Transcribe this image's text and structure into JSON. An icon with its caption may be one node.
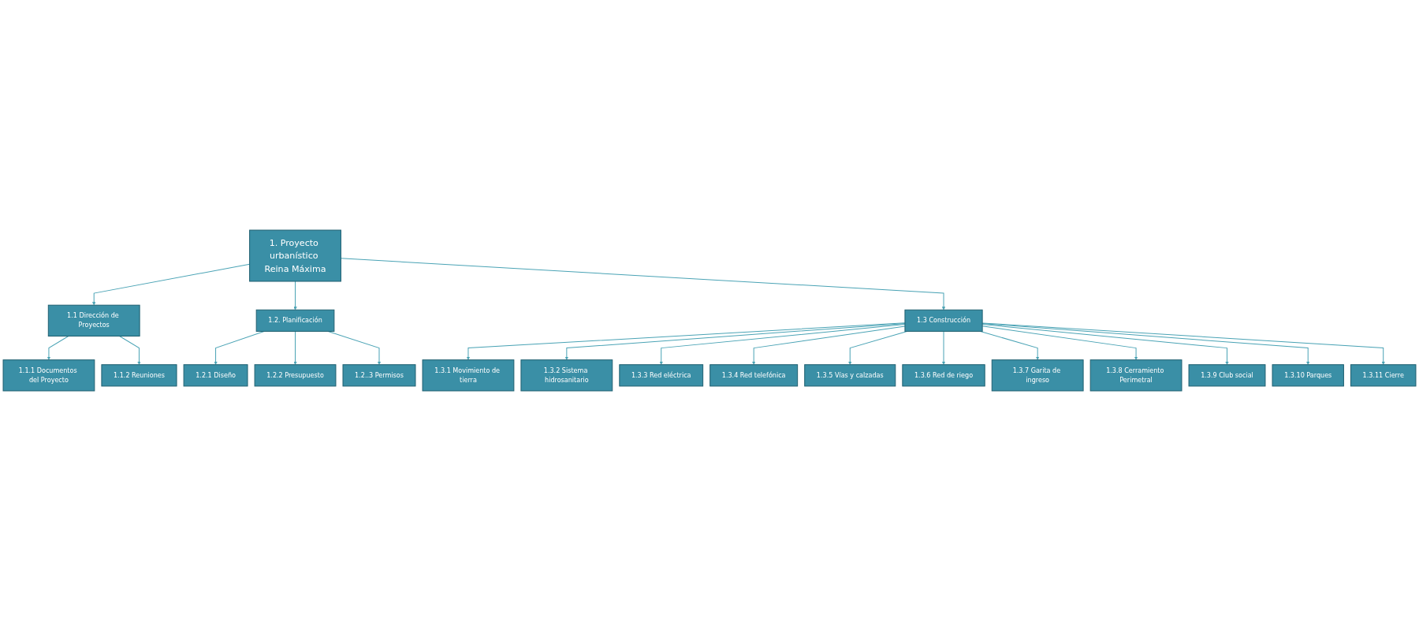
{
  "diagram": {
    "nodes": [
      {
        "text": [
          "1. Proyecto urbanístico Reina Máxima"
        ]
      },
      {
        "text": [
          "1.1 Dirección de Proyectos"
        ]
      },
      {
        "text": [
          "1.2. Planificación"
        ]
      },
      {
        "text": [
          "1.3 Construcción"
        ]
      },
      {
        "text": [
          "1.1.1 Documentos del Proyecto"
        ]
      },
      {
        "text": [
          "1.1.2 Reuniones"
        ]
      },
      {
        "text": [
          "1.2.1 Diseño"
        ]
      },
      {
        "text": [
          "1.2.2 Presupuesto"
        ]
      },
      {
        "text": [
          "1.2..3 Permisos"
        ]
      },
      {
        "text": [
          "1.3.1 Movimiento de tierra"
        ]
      },
      {
        "text": [
          "1.3.2 Sistema hidrosanitario"
        ]
      },
      {
        "text": [
          "1.3.3 Red eléctrica"
        ]
      },
      {
        "text": [
          "1.3.4 Red telefónica"
        ]
      },
      {
        "text": [
          "1.3.5 Vías y calzadas"
        ]
      },
      {
        "text": [
          "1.3.6 Red de riego"
        ]
      },
      {
        "text": [
          "1.3.7 Garita de ingreso"
        ]
      },
      {
        "text": [
          "1.3.8 Cerramiento Perimetral"
        ]
      },
      {
        "text": [
          "1.3.9 Club social"
        ]
      },
      {
        "text": [
          "1.3.10 Parques"
        ]
      },
      {
        "text": [
          "1.3.11 Cierre"
        ]
      }
    ],
    "edges": [
      {
        "from": 0,
        "to": 1,
        "arrow": "to"
      },
      {
        "from": 0,
        "to": 2,
        "arrow": "to"
      },
      {
        "from": 0,
        "to": 3,
        "arrow": "to"
      },
      {
        "from": 1,
        "to": 4,
        "arrow": "to"
      },
      {
        "from": 1,
        "to": 5,
        "arrow": "to"
      },
      {
        "from": 2,
        "to": 6,
        "arrow": "to"
      },
      {
        "from": 2,
        "to": 7,
        "arrow": "to"
      },
      {
        "from": 2,
        "to": 8,
        "arrow": "to"
      },
      {
        "from": 3,
        "to": 9,
        "arrow": "to"
      },
      {
        "from": 3,
        "to": 10,
        "arrow": "to"
      },
      {
        "from": 3,
        "to": 11,
        "arrow": "to"
      },
      {
        "from": 3,
        "to": 12,
        "arrow": "to"
      },
      {
        "from": 3,
        "to": 13,
        "arrow": "to"
      },
      {
        "from": 3,
        "to": 14,
        "arrow": "to"
      },
      {
        "from": 3,
        "to": 15,
        "arrow": "to"
      },
      {
        "from": 3,
        "to": 16,
        "arrow": "to"
      },
      {
        "from": 3,
        "to": 17,
        "arrow": "to"
      },
      {
        "from": 3,
        "to": 18,
        "arrow": "to"
      },
      {
        "from": 3,
        "to": 19,
        "arrow": "to"
      }
    ]
  }
}
